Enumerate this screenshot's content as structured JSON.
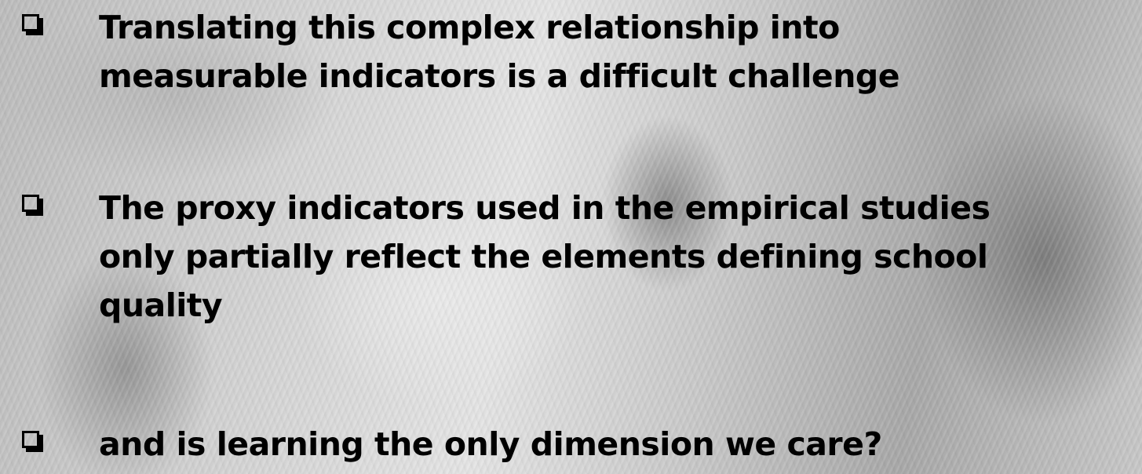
{
  "slide": {
    "bullets": [
      {
        "icon": "checkbox-outline-icon",
        "lines": [
          "Translating this complex relationship into",
          "measurable indicators is a difficult challenge"
        ]
      },
      {
        "icon": "checkbox-outline-icon",
        "lines": [
          "The proxy indicators used in the empirical  studies",
          "only partially reflect the elements defining school",
          "quality"
        ]
      },
      {
        "icon": "checkbox-outline-icon",
        "lines": [
          "and is learning the only dimension we care?"
        ]
      }
    ]
  }
}
